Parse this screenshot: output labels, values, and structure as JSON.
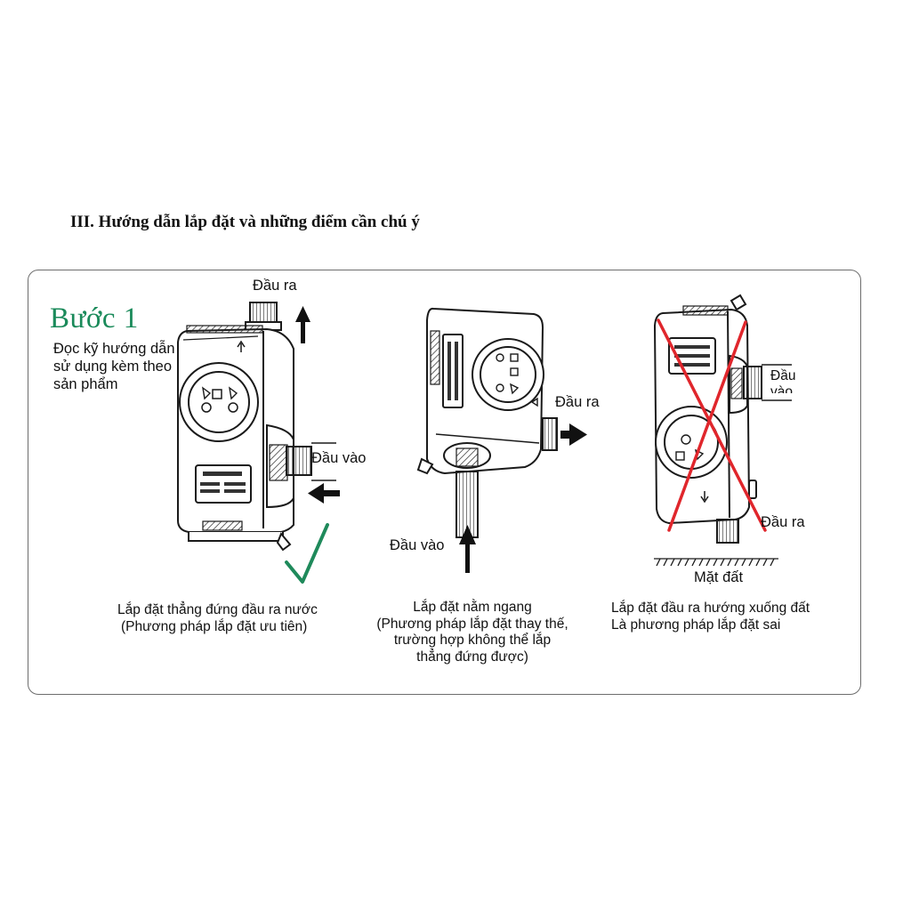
{
  "heading": "III.  Hướng dẫn lắp đặt và những điểm cần chú ý",
  "step": {
    "title": "Bước 1",
    "description": "Đọc kỹ hướng dẫn sử dụng kèm theo sản phẩm"
  },
  "panels": [
    {
      "outlet_label": "Đầu ra",
      "inlet_label": "Đầu vào",
      "caption_lines": [
        "Lắp đặt thẳng đứng đầu ra nước",
        "(Phương pháp lắp đặt ưu tiên)"
      ],
      "verdict_icon": "check-mark-icon",
      "verdict_color": "#1f8a5b"
    },
    {
      "outlet_label": "Đầu ra",
      "inlet_label": "Đầu vào",
      "caption_lines": [
        "Lắp đặt nằm ngang",
        "(Phương pháp lắp đặt thay thế,",
        "trường hợp không thể lắp",
        "thẳng đứng được)"
      ]
    },
    {
      "inlet_label": "Đầu vào",
      "outlet_label": "Đầu ra",
      "ground_label": "Mặt đất",
      "caption_lines": [
        "Lắp đặt đầu ra hướng xuống đất",
        "Là phương pháp lắp đặt sai"
      ],
      "verdict_icon": "red-x-icon",
      "verdict_color": "#e0262c"
    }
  ]
}
